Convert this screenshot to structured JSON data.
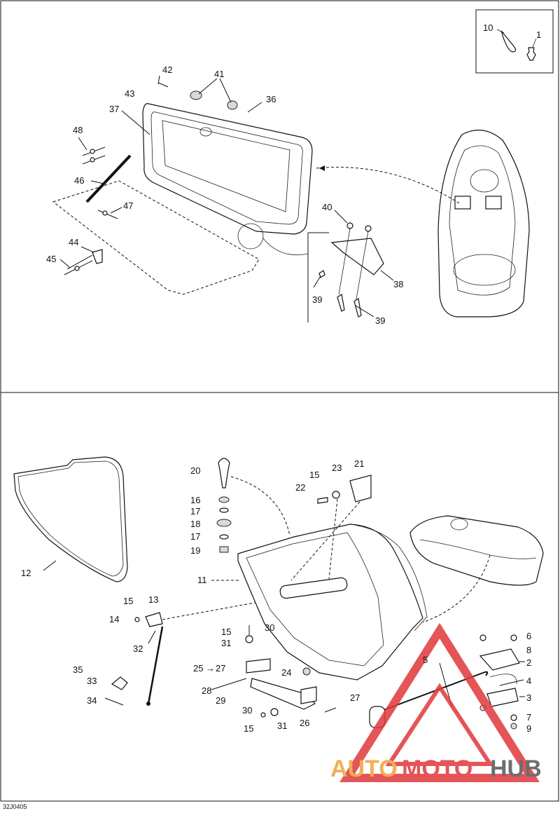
{
  "diagram_code": "32J0405",
  "watermark": {
    "auto": "AUTO",
    "moto": "MOTO",
    "hub": "HUB"
  },
  "colors": {
    "line": "#111111",
    "watermark_red": "#e0383b",
    "watermark_orange": "#f0a23a",
    "watermark_grey": "#555555"
  },
  "labels": {
    "p10": "10",
    "p1": "1",
    "p42": "42",
    "p43": "43",
    "p41": "41",
    "p36": "36",
    "p37": "37",
    "p48": "48",
    "p46": "46",
    "p47": "47",
    "p44": "44",
    "p45": "45",
    "p40": "40",
    "p38": "38",
    "p39a": "39",
    "p39b": "39",
    "p20": "20",
    "p15a": "15",
    "p23": "23",
    "p21": "21",
    "p22": "22",
    "p16": "16",
    "p17a": "17",
    "p18": "18",
    "p17b": "17",
    "p19": "19",
    "p12": "12",
    "p11": "11",
    "p15b": "15",
    "p13": "13",
    "p14": "14",
    "p15c": "15",
    "p30a": "30",
    "p31a": "31",
    "p32": "32",
    "p25": "25",
    "p27a": "27",
    "p24": "24",
    "p35": "35",
    "p33": "33",
    "p34": "34",
    "p28": "28",
    "p29": "29",
    "p27b": "27",
    "p30b": "30",
    "p31b": "31",
    "p26": "26",
    "p15d": "15",
    "p5": "5",
    "p6": "6",
    "p8": "8",
    "p2": "2",
    "p4": "4",
    "p3": "3",
    "p7": "7",
    "p9": "9"
  }
}
